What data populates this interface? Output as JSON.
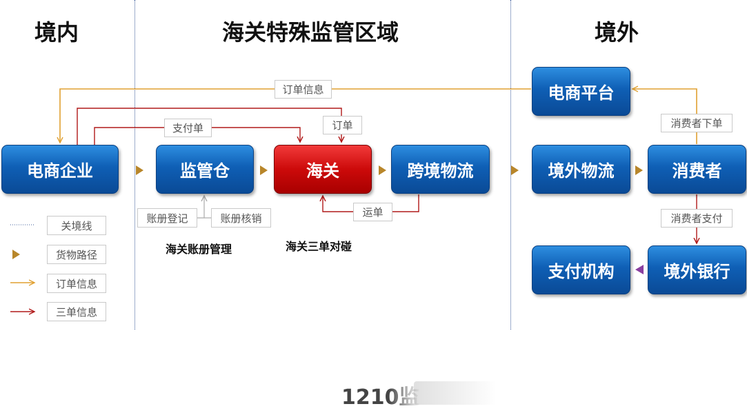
{
  "zones": {
    "domestic": "境内",
    "special": "海关特殊监管区域",
    "overseas": "境外"
  },
  "nodes": {
    "ecom_company": "电商企业",
    "bonded_warehouse": "监管仓",
    "customs": "海关",
    "cross_logistics": "跨境物流",
    "overseas_logistics": "境外物流",
    "consumer": "消费者",
    "ecom_platform": "电商平台",
    "overseas_bank": "境外银行",
    "payment_org": "支付机构"
  },
  "flow_labels": {
    "order_info": "订单信息",
    "payment_slip": "支付单",
    "order": "订单",
    "waybill": "运单",
    "consumer_order": "消费者下单",
    "consumer_pay": "消费者支付",
    "ledger_register": "账册登记",
    "ledger_writeoff": "账册核销"
  },
  "captions": {
    "ledger_mgmt": "海关账册管理",
    "three_docs": "海关三单对碰"
  },
  "legend": {
    "customs_line": "关境线",
    "goods_path": "货物路径",
    "order_info": "订单信息",
    "three_docs_info": "三单信息"
  },
  "footer": "1210监",
  "colors": {
    "node_blue": "#0f5fb5",
    "node_red": "#cc0a0a",
    "goods_arrow": "#b8862a",
    "order_line": "#e0a030",
    "three_docs_line": "#b01818",
    "pay_arrow": "#8a3fa0"
  }
}
